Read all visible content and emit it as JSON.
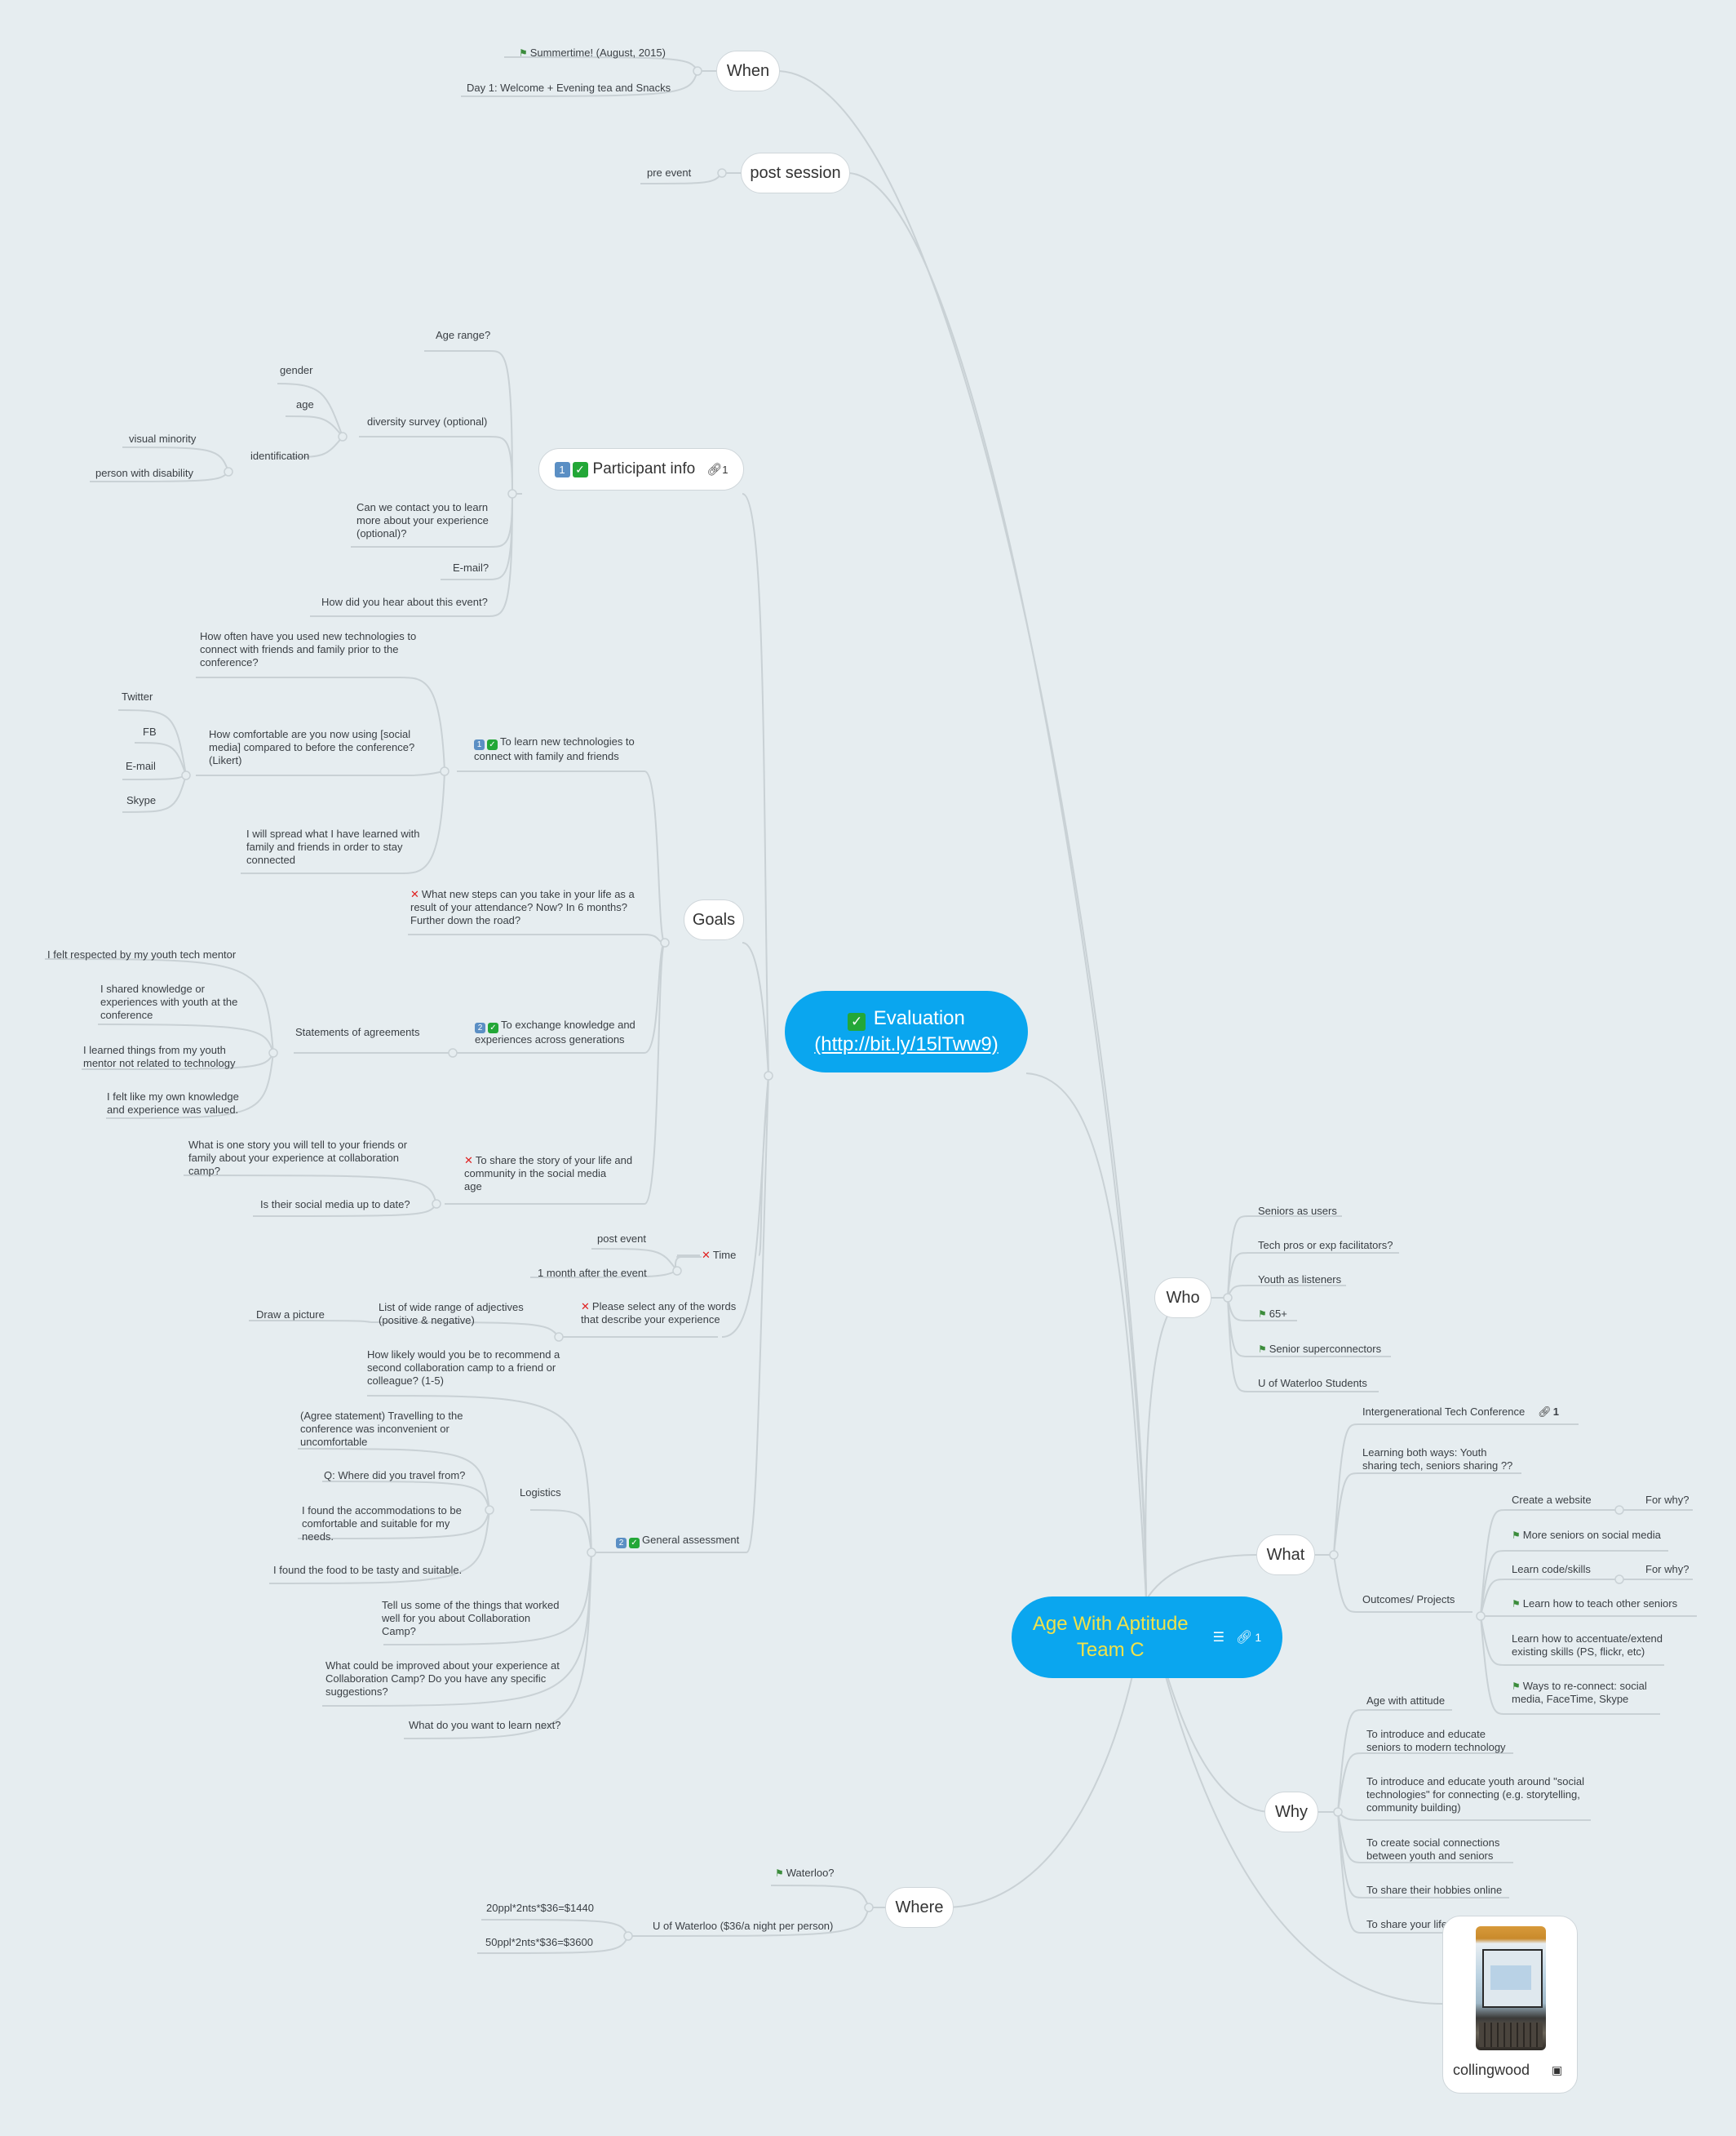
{
  "central": {
    "eval_title": "Evaluation",
    "eval_link": "(http://bit.ly/15lTww9)",
    "root_line1": "Age With Aptitude",
    "root_line2": "Team C",
    "root_link_count": "1"
  },
  "when": {
    "label": "When",
    "summertime": "Summertime! (August, 2015)",
    "day1": "Day 1:  Welcome + Evening tea and Snacks"
  },
  "post_session": {
    "label": "post session",
    "pre_event": "pre event"
  },
  "participant": {
    "label": "Participant info",
    "badge": "1",
    "link_count": "1",
    "age_range": "Age range?",
    "gender": "gender",
    "age": "age",
    "diversity": "diversity survey (optional)",
    "visual_minority": "visual minority",
    "identification": "identification",
    "disability": "person with disability",
    "contact": [
      "Can we contact you to learn",
      "more about your experience",
      "(optional)?"
    ],
    "email": "E-mail?",
    "hear": "How did you hear about this event?"
  },
  "goals": {
    "label": "Goals",
    "learn_tech": [
      "To learn new technologies to",
      "connect with family and friends"
    ],
    "learn_tech_badge": "1",
    "how_often": [
      "How often have you used new technologies to",
      "connect with friends and family prior to the",
      "conference?"
    ],
    "how_comfortable": [
      "How comfortable are you now using [social",
      "media] compared to before the conference?",
      "(Likert)"
    ],
    "twitter": "Twitter",
    "fb": "FB",
    "email": "E-mail",
    "skype": "Skype",
    "spread": [
      "I will spread what I have learned with",
      "family and friends in order to stay",
      "connected"
    ],
    "new_steps": [
      "What new steps can you take in your life as a",
      "result of your attendance? Now? In 6 months?",
      "Further down the road?"
    ],
    "exchange": [
      "To exchange knowledge and",
      "experiences across generations"
    ],
    "exchange_badge": "2",
    "statements": "Statements of agreements",
    "respected": "I felt respected by my youth tech mentor",
    "shared": [
      "I shared knowledge or",
      "experiences with youth at the",
      "conference"
    ],
    "learned": [
      "I learned things from my youth",
      "mentor not related to technology"
    ],
    "valued": [
      "I felt like my own knowledge",
      "and experience was valued."
    ],
    "share_story": [
      "To share the story of your life and",
      "community in the social media",
      "age"
    ],
    "one_story": [
      "What is one story you will tell to your friends or",
      "family about your experience at collaboration",
      "camp?"
    ],
    "up_to_date": "Is their social media up to date?"
  },
  "time": {
    "label": "Time",
    "post_event": "post event",
    "month_after": "1 month after the event"
  },
  "select_words": {
    "label": [
      "Please select any of the words",
      "that describe your experience"
    ],
    "list": [
      "List of wide range of adjectives",
      "(positive & negative)"
    ],
    "draw": "Draw a picture"
  },
  "general": {
    "label": "General assessment",
    "badge": "2",
    "recommend": [
      "How likely would you be to recommend a",
      "second collaboration camp to a friend or",
      "colleague? (1-5)"
    ],
    "logistics": "Logistics",
    "travel": [
      "(Agree statement) Travelling to the",
      "conference was inconvenient or",
      "uncomfortable"
    ],
    "where_from": "Q: Where did you travel from?",
    "accom": [
      "I found the accommodations to be",
      "comfortable and suitable for my",
      "needs."
    ],
    "food": "I found the food to be tasty and suitable.",
    "worked": [
      "Tell us some of the things that worked",
      "well for you about Collaboration",
      "Camp?"
    ],
    "improved": [
      "What could be improved about your experience at",
      "Collaboration Camp? Do you have any specific",
      "suggestions?"
    ],
    "learn_next": "What do you want to learn next?"
  },
  "where": {
    "label": "Where",
    "waterloo": "Waterloo?",
    "uw": "U of Waterloo ($36/a night per person)",
    "cost20": "20ppl*2nts*$36=$1440",
    "cost50": "50ppl*2nts*$36=$3600"
  },
  "who": {
    "label": "Who",
    "items": [
      "Seniors as users",
      "Tech pros or exp facilitators?",
      "Youth as listeners",
      "65+",
      "Senior superconnectors",
      "U of Waterloo Students"
    ]
  },
  "what": {
    "label": "What",
    "conference": "Intergenerational Tech Conference",
    "conference_links": "1",
    "learning_both": [
      "Learning both ways: Youth",
      "sharing tech, seniors sharing ??"
    ],
    "outcomes": "Outcomes/ Projects",
    "website": "Create a website",
    "for_why": "For why?",
    "more_seniors": "More seniors on social media",
    "learn_code": "Learn code/skills",
    "for_why2": "For why?",
    "teach": "Learn how to teach other seniors",
    "accentuate": [
      "Learn how to accentuate/extend",
      "existing skills (PS, flickr, etc)"
    ],
    "reconnect": [
      "Ways to re-connect: social",
      "media, FaceTime, Skype"
    ]
  },
  "why": {
    "label": "Why",
    "attitude": "Age with attitude",
    "seniors_tech": [
      "To introduce and educate",
      "seniors to modern technology"
    ],
    "youth_tech": [
      "To introduce and educate youth around \"social",
      "technologies\" for connecting (e.g. storytelling,",
      "community building)"
    ],
    "connections": [
      "To create social connections",
      "between youth and seniors"
    ],
    "hobbies": "To share their hobbies online",
    "life": "To share your life"
  },
  "image_node": {
    "label": "collingwood"
  },
  "colors": {
    "central": "#0aa6ef",
    "root_text": "#f0e24a",
    "line": "#c9d1d5",
    "background": "#e6edf0",
    "check": "#23a737",
    "cross": "#e02020",
    "flag": "#3b8c3b"
  }
}
